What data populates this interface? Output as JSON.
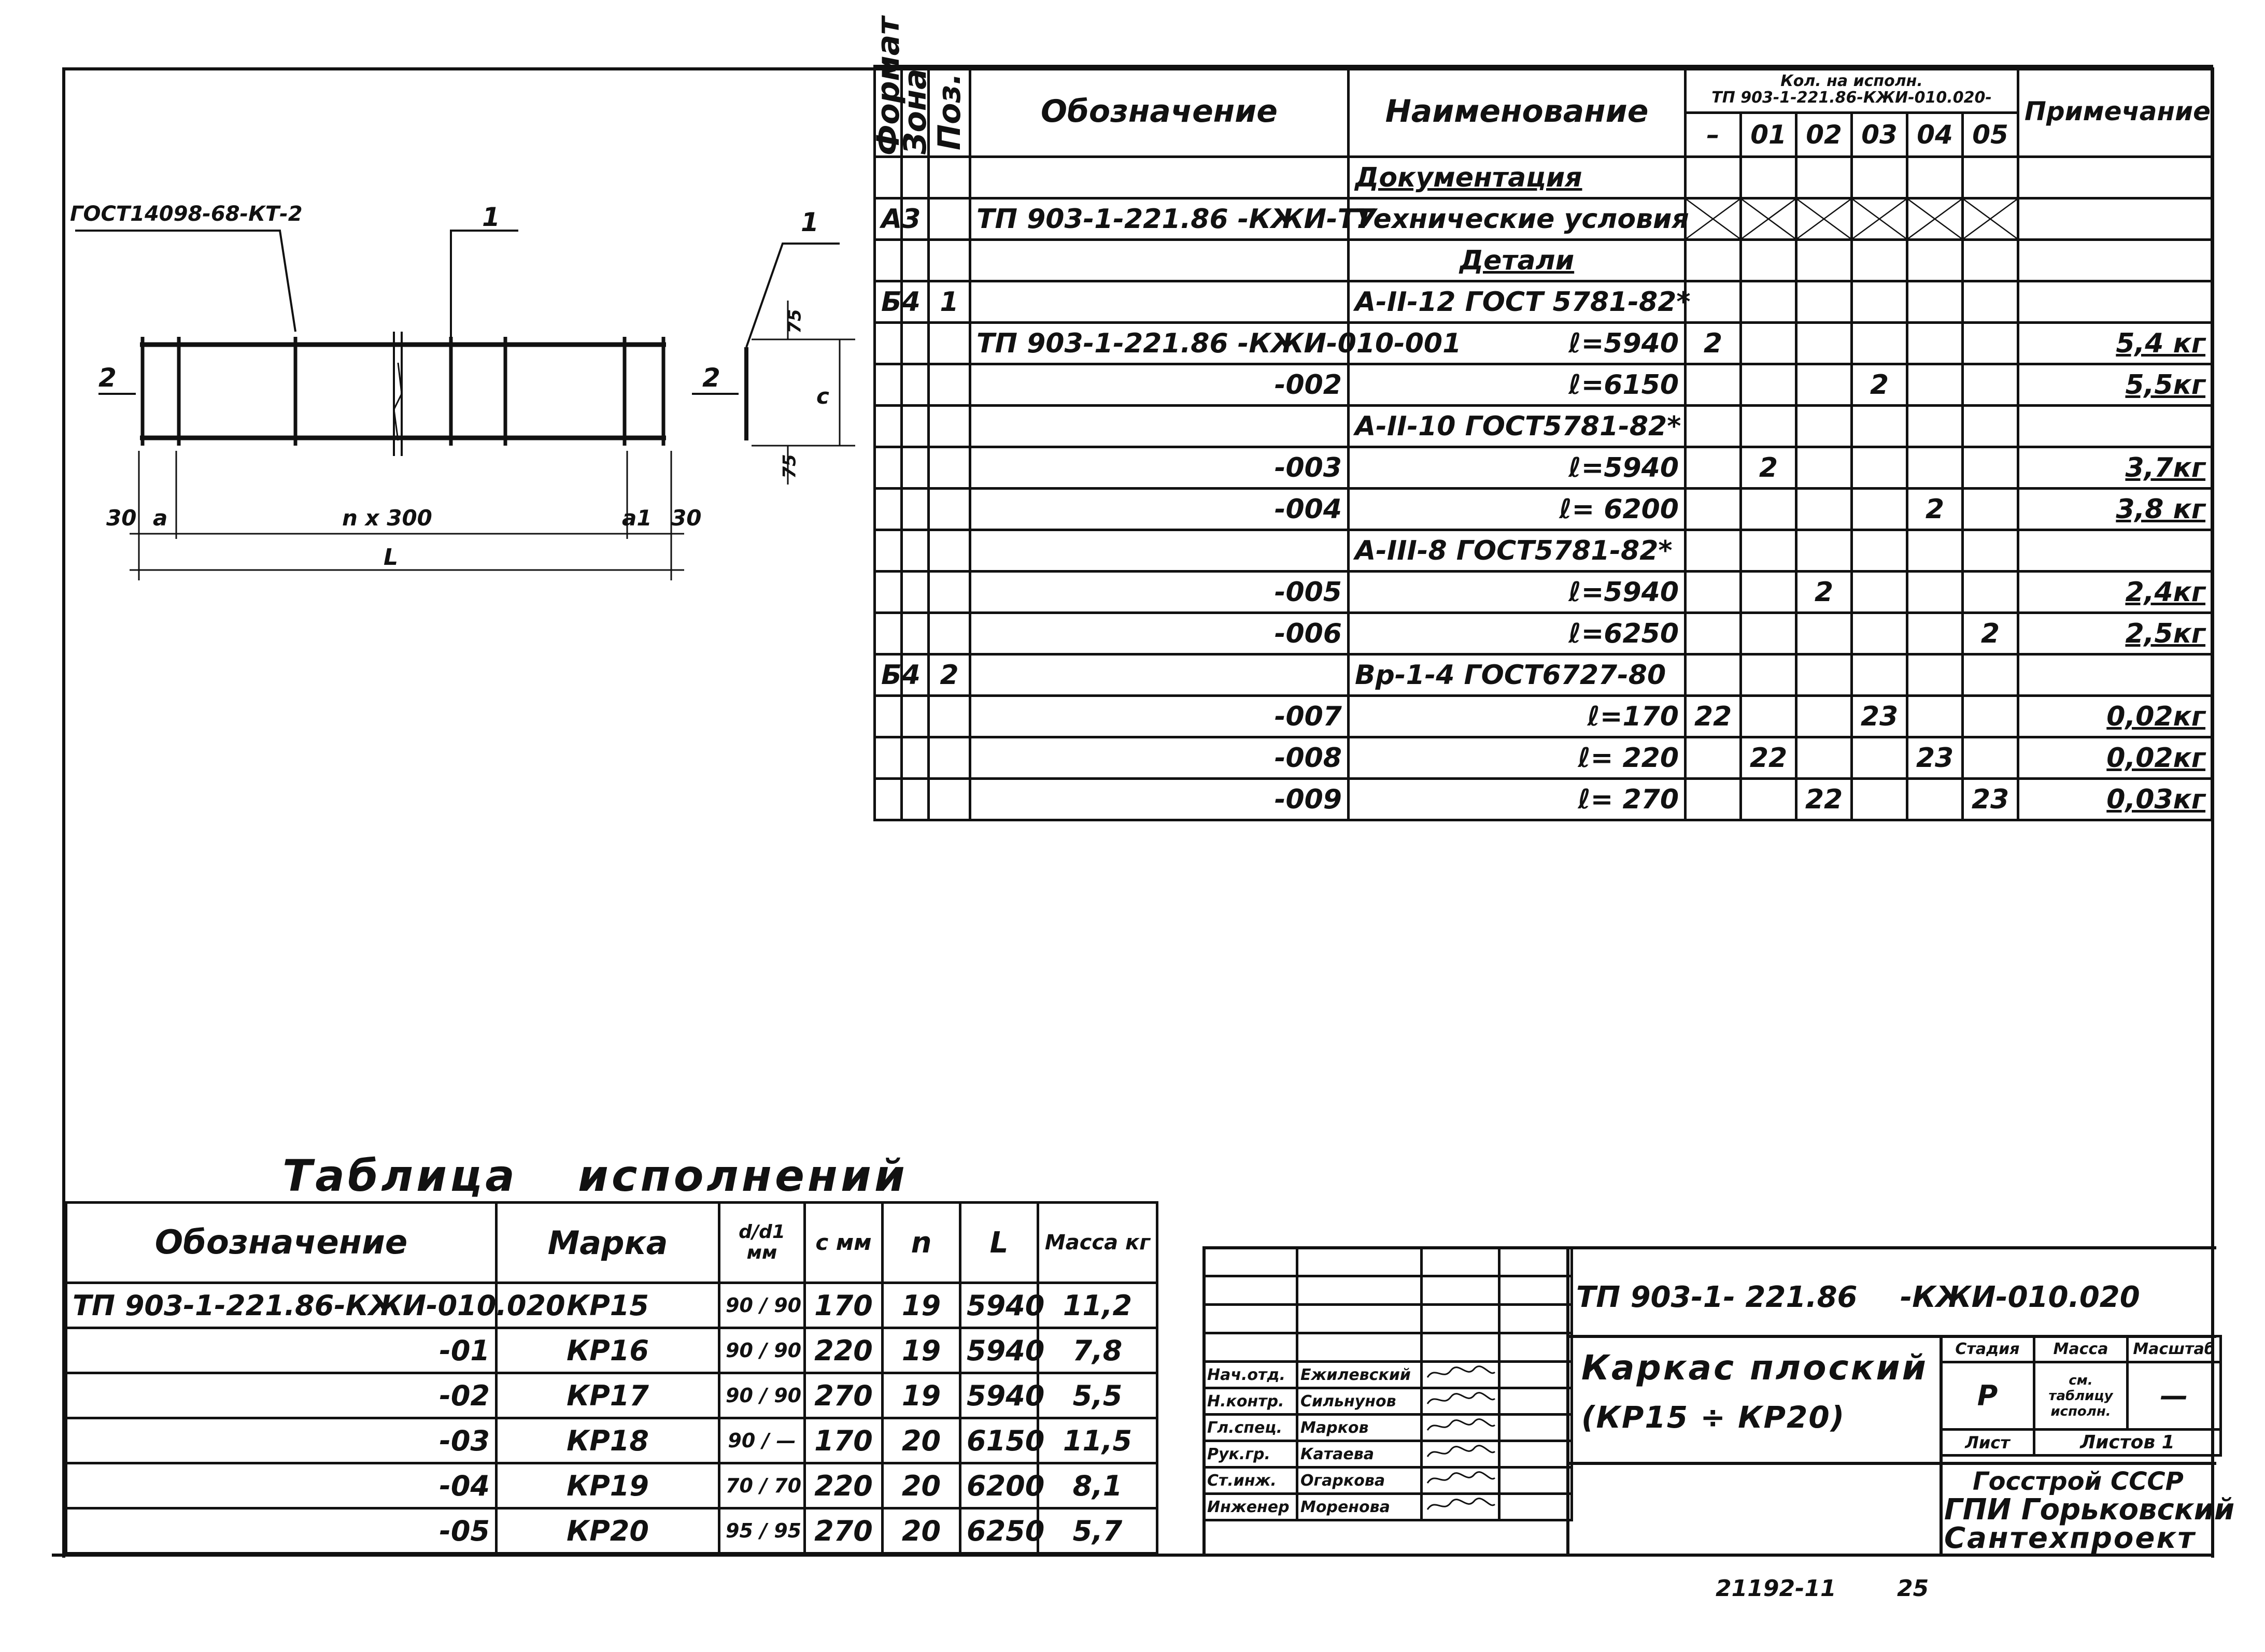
{
  "drawing": {
    "callout_gost": "ГОСТ14098-68-КТ-2",
    "callout_pos1": "1",
    "callout_pos1_b": "1",
    "callout_pos2": "2",
    "callout_pos2_b": "2",
    "dim_30_left": "30",
    "dim_a": "a",
    "dim_n300": "n x 300",
    "dim_a1": "a1",
    "dim_30_right": "30",
    "dim_L": "L",
    "dim_c": "c",
    "dim_75_top": "75",
    "dim_75_bottom": "75"
  },
  "spec": {
    "header": {
      "format": "Формат",
      "zone": "Зона",
      "pos": "Поз.",
      "designation": "Обозначение",
      "name": "Наименование",
      "qty_title": "Кол. на исполн.",
      "qty_sub": "ТП 903-1-221.86-КЖИ-010.020-",
      "var_dash": "–",
      "var01": "01",
      "var02": "02",
      "var03": "03",
      "var04": "04",
      "var05": "05",
      "note": "Примечание"
    },
    "rows": [
      {
        "fmt": "",
        "zone": "",
        "pos": "",
        "des": "",
        "name": "Документация",
        "q": [
          "",
          "",
          "",
          "",
          "",
          ""
        ],
        "note": "",
        "name_u": true
      },
      {
        "fmt": "А3",
        "zone": "",
        "pos": "",
        "des": "ТП 903-1-221.86 -КЖИ-ТУ",
        "name": "Технические условия",
        "q": [
          "",
          "",
          "",
          "",
          "",
          ""
        ],
        "note": "",
        "cross": true
      },
      {
        "fmt": "",
        "zone": "",
        "pos": "",
        "des": "",
        "name": "Детали",
        "q": [
          "",
          "",
          "",
          "",
          "",
          ""
        ],
        "note": "",
        "name_u": true,
        "name_c": true
      },
      {
        "fmt": "Б4",
        "zone": "",
        "pos": "1",
        "des": "",
        "name": "А-II-12 ГОСТ 5781-82*",
        "q": [
          "",
          "",
          "",
          "",
          "",
          ""
        ],
        "note": ""
      },
      {
        "fmt": "",
        "zone": "",
        "pos": "",
        "des": "ТП 903-1-221.86 -КЖИ-010-001",
        "name": "ℓ=5940",
        "q": [
          "2",
          "",
          "",
          "",
          "",
          ""
        ],
        "note": "5,4 кг",
        "name_r": true
      },
      {
        "fmt": "",
        "zone": "",
        "pos": "",
        "des": "-002",
        "name": "ℓ=6150",
        "q": [
          "",
          "",
          "",
          "2",
          "",
          ""
        ],
        "note": "5,5кг",
        "name_r": true,
        "des_r": true
      },
      {
        "fmt": "",
        "zone": "",
        "pos": "",
        "des": "",
        "name": "А-II-10 ГОСТ5781-82*",
        "q": [
          "",
          "",
          "",
          "",
          "",
          ""
        ],
        "note": ""
      },
      {
        "fmt": "",
        "zone": "",
        "pos": "",
        "des": "-003",
        "name": "ℓ=5940",
        "q": [
          "",
          "2",
          "",
          "",
          "",
          ""
        ],
        "note": "3,7кг",
        "name_r": true,
        "des_r": true
      },
      {
        "fmt": "",
        "zone": "",
        "pos": "",
        "des": "-004",
        "name": "ℓ= 6200",
        "q": [
          "",
          "",
          "",
          "",
          "2",
          ""
        ],
        "note": "3,8 кг",
        "name_r": true,
        "des_r": true
      },
      {
        "fmt": "",
        "zone": "",
        "pos": "",
        "des": "",
        "name": "А-III-8 ГОСТ5781-82*",
        "q": [
          "",
          "",
          "",
          "",
          "",
          ""
        ],
        "note": ""
      },
      {
        "fmt": "",
        "zone": "",
        "pos": "",
        "des": "-005",
        "name": "ℓ=5940",
        "q": [
          "",
          "",
          "2",
          "",
          "",
          ""
        ],
        "note": "2,4кг",
        "name_r": true,
        "des_r": true
      },
      {
        "fmt": "",
        "zone": "",
        "pos": "",
        "des": "-006",
        "name": "ℓ=6250",
        "q": [
          "",
          "",
          "",
          "",
          "",
          "2"
        ],
        "note": "2,5кг",
        "name_r": true,
        "des_r": true
      },
      {
        "fmt": "Б4",
        "zone": "",
        "pos": "2",
        "des": "",
        "name": "Вр-1-4 ГОСТ6727-80",
        "q": [
          "",
          "",
          "",
          "",
          "",
          ""
        ],
        "note": ""
      },
      {
        "fmt": "",
        "zone": "",
        "pos": "",
        "des": "-007",
        "name": "ℓ=170",
        "q": [
          "22",
          "",
          "",
          "23",
          "",
          ""
        ],
        "note": "0,02кг",
        "name_r": true,
        "des_r": true
      },
      {
        "fmt": "",
        "zone": "",
        "pos": "",
        "des": "-008",
        "name": "ℓ= 220",
        "q": [
          "",
          "22",
          "",
          "",
          "23",
          ""
        ],
        "note": "0,02кг",
        "name_r": true,
        "des_r": true
      },
      {
        "fmt": "",
        "zone": "",
        "pos": "",
        "des": "-009",
        "name": "ℓ= 270",
        "q": [
          "",
          "",
          "22",
          "",
          "",
          "23"
        ],
        "note": "0,03кг",
        "name_r": true,
        "des_r": true
      }
    ]
  },
  "exec_table": {
    "title_a": "Таблица",
    "title_b": "исполнений",
    "header": {
      "des": "Обозначение",
      "mark": "Марка",
      "d": "d/d1 мм",
      "c": "c мм",
      "n": "n",
      "L": "L",
      "mass": "Масса кг"
    },
    "rows": [
      {
        "des": "ТП 903-1-221.86-КЖИ-010.020",
        "mark": "КР15",
        "d": "90 / 90",
        "c": "170",
        "n": "19",
        "L": "5940",
        "mass": "11,2"
      },
      {
        "des": "-01",
        "mark": "КР16",
        "d": "90 / 90",
        "c": "220",
        "n": "19",
        "L": "5940",
        "mass": "7,8"
      },
      {
        "des": "-02",
        "mark": "КР17",
        "d": "90 / 90",
        "c": "270",
        "n": "19",
        "L": "5940",
        "mass": "5,5"
      },
      {
        "des": "-03",
        "mark": "КР18",
        "d": "90 / —",
        "c": "170",
        "n": "20",
        "L": "6150",
        "mass": "11,5"
      },
      {
        "des": "-04",
        "mark": "КР19",
        "d": "70 / 70",
        "c": "220",
        "n": "20",
        "L": "6200",
        "mass": "8,1"
      },
      {
        "des": "-05",
        "mark": "КР20",
        "d": "95 / 95",
        "c": "270",
        "n": "20",
        "L": "6250",
        "mass": "5,7"
      }
    ]
  },
  "title_block": {
    "doc_code": "ТП 903-1- 221.86",
    "doc_suffix": "-КЖИ-010.020",
    "title_line1": "Каркас плоский",
    "title_line2": "(КР15 ÷ КР20)",
    "stage_label": "Стадия",
    "mass_label": "Масса",
    "scale_label": "Масштаб",
    "stage_value": "Р",
    "mass_value": "см. таблицу исполн.",
    "scale_value": "—",
    "sheet_label": "Лист",
    "sheets_label": "Листов 1",
    "org1": "Госстрой СССР",
    "org2": "ГПИ Горьковский",
    "org3": "Сантехпроект",
    "people": [
      {
        "role": "Нач.отд.",
        "name": "Ежилевский"
      },
      {
        "role": "Н.контр.",
        "name": "Сильнунов"
      },
      {
        "role": "Гл.спец.",
        "name": "Марков"
      },
      {
        "role": "Рук.гр.",
        "name": "Катаева"
      },
      {
        "role": "Ст.инж.",
        "name": "Огаркова"
      },
      {
        "role": "Инженер",
        "name": "Моренова"
      }
    ]
  },
  "footer": {
    "code": "21192-11",
    "page": "25"
  }
}
